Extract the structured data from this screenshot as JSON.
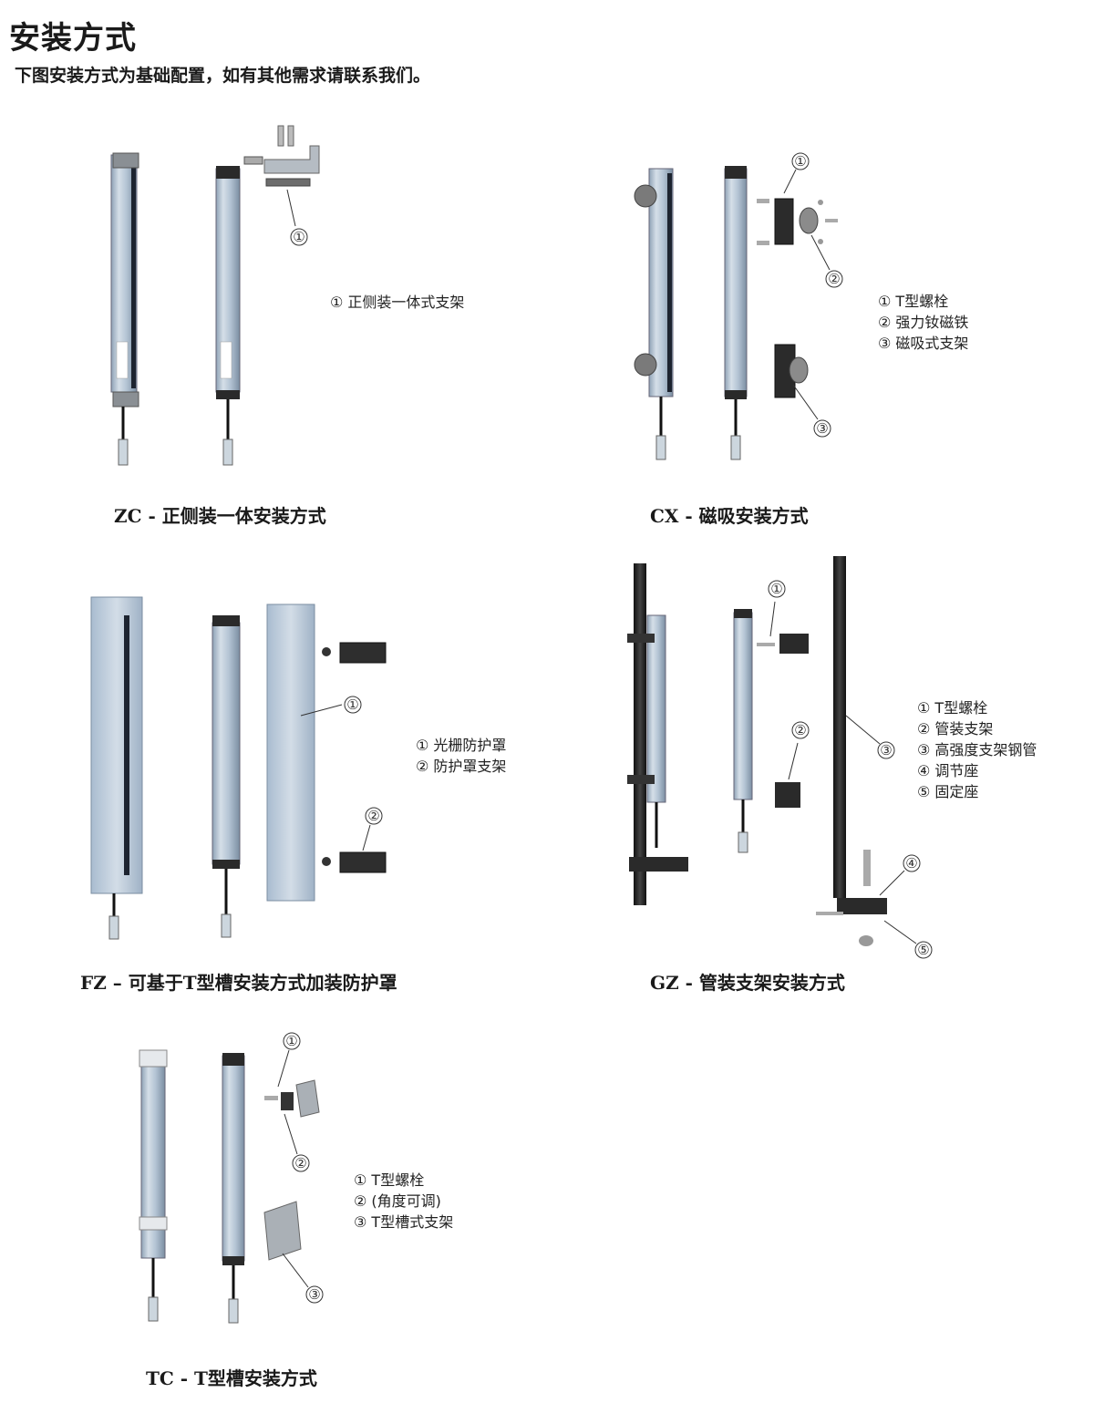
{
  "header": {
    "title": "安装方式",
    "subtitle": "下图安装方式为基础配置，如有其他需求请联系我们。"
  },
  "sections": {
    "zc": {
      "caption": "ZC - 正侧装一体安装方式",
      "legend": [
        "① 正侧装一体式支架"
      ],
      "callouts": [
        "①"
      ]
    },
    "cx": {
      "caption": "CX - 磁吸安装方式",
      "legend": [
        "① T型螺栓",
        "② 强力钕磁铁",
        "③ 磁吸式支架"
      ],
      "callouts": [
        "①",
        "②",
        "③"
      ]
    },
    "fz": {
      "caption": "FZ – 可基于T型槽安装方式加装防护罩",
      "legend": [
        "① 光栅防护罩",
        "② 防护罩支架"
      ],
      "callouts": [
        "①",
        "②"
      ]
    },
    "gz": {
      "caption": "GZ - 管装支架安装方式",
      "legend": [
        "① T型螺栓",
        "② 管装支架",
        "③ 高强度支架钢管",
        "④ 调节座",
        "⑤ 固定座"
      ],
      "callouts": [
        "①",
        "②",
        "③",
        "④",
        "⑤"
      ]
    },
    "tc": {
      "caption": "TC - T型槽安装方式",
      "legend": [
        "① T型螺栓",
        "② (角度可调)",
        "③ T型槽式支架"
      ],
      "callouts": [
        "①",
        "②",
        "③"
      ]
    }
  },
  "colors": {
    "bar_body": "#b8c7d6",
    "bar_edge": "#7d8fa3",
    "dark_part": "#2a2a2a",
    "bracket": "#9aa3ab"
  }
}
